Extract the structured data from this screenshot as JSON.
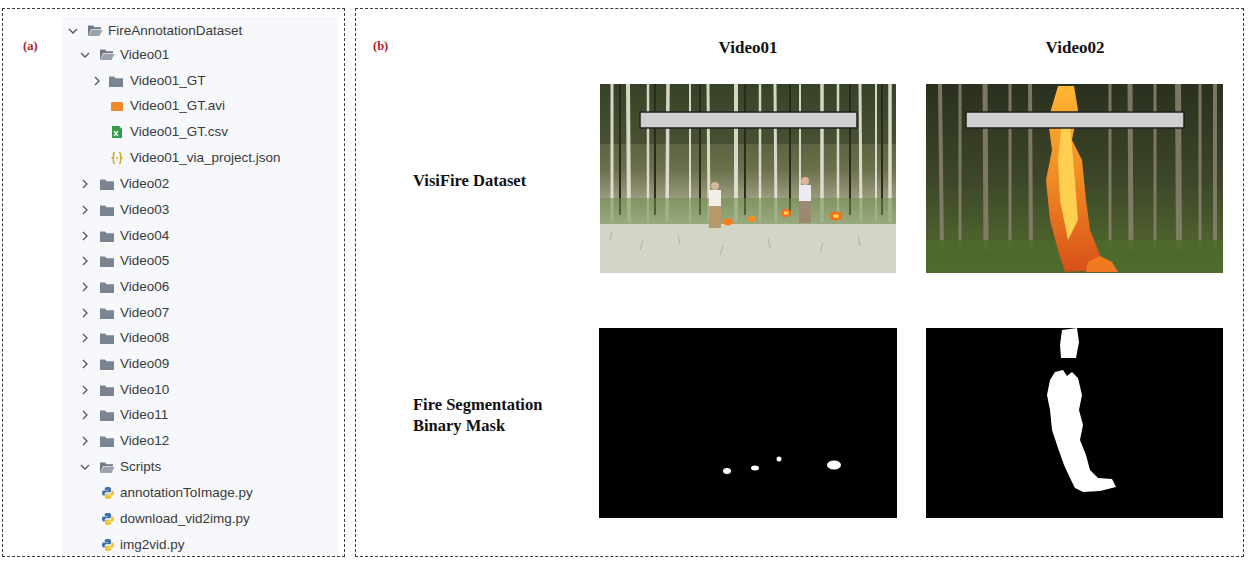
{
  "diagram": {
    "nodes": [
      {
        "text": [
          "(a)"
        ]
      },
      {
        "text": [
          "(b)"
        ]
      }
    ],
    "labels": [
      "FireAnnotationDataset",
      "Video01",
      "Video01_GT",
      "Video01_GT.avi",
      "Video01_GT.csv",
      "Video01_via_project.json",
      "Video02",
      "Video03",
      "Video04",
      "Video05",
      "Video06",
      "Video07",
      "Video08",
      "Video09",
      "Video10",
      "Video11",
      "Video12",
      "Scripts",
      "annotationToImage.py",
      "download_vid2img.py",
      "img2vid.py",
      "Video01",
      "Video02",
      "VisiFire Dataset",
      "Fire Segmentation Binary Mask"
    ]
  }
}
